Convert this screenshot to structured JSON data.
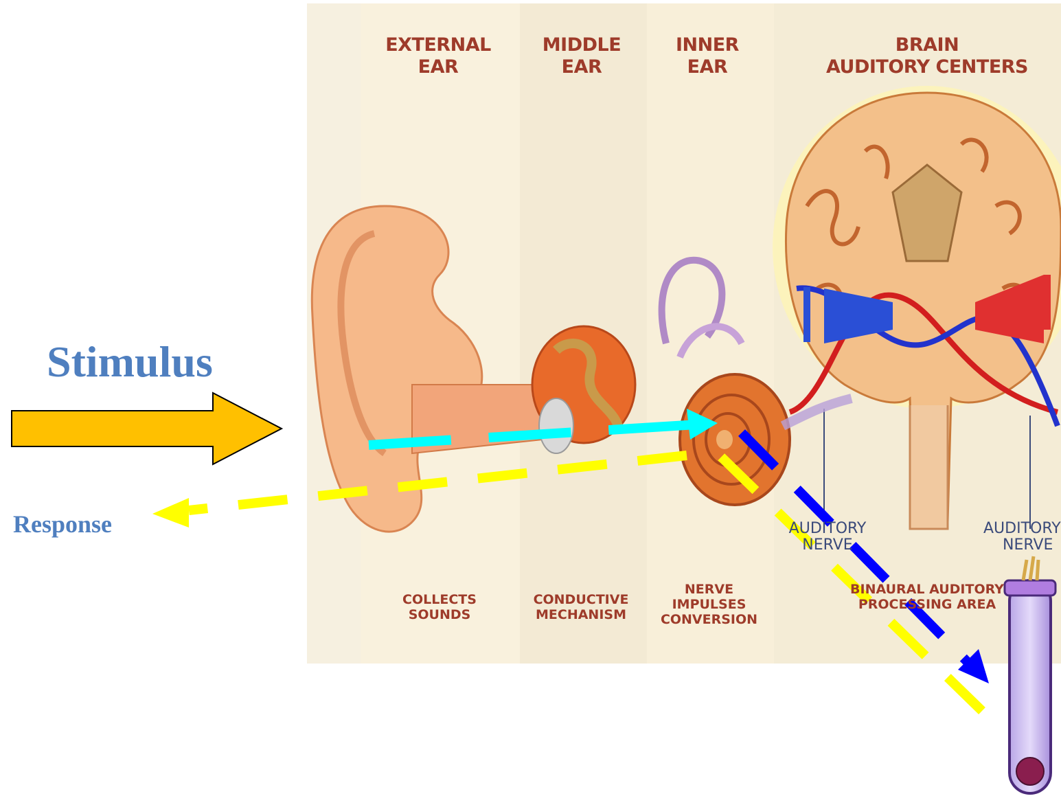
{
  "labels": {
    "stimulus": "Stimulus",
    "response": "Response"
  },
  "headers": {
    "external_1": "EXTERNAL",
    "external_2": "EAR",
    "middle_1": "MIDDLE",
    "middle_2": "EAR",
    "inner_1": "INNER",
    "inner_2": "EAR",
    "brain_1": "BRAIN",
    "brain_2": "AUDITORY CENTERS"
  },
  "footers": {
    "external_1": "COLLECTS",
    "external_2": "SOUNDS",
    "middle_1": "CONDUCTIVE",
    "middle_2": "MECHANISM",
    "inner_1": "NERVE",
    "inner_2": "IMPULSES",
    "inner_3": "CONVERSION",
    "brain_1": "BINAURAL AUDITORY",
    "brain_2": "PROCESSING AREA"
  },
  "nerves": {
    "left_1": "AUDITORY",
    "left_2": "NERVE",
    "right_1": "AUDITORY",
    "right_2": "NERVE"
  },
  "colors": {
    "stimulus_arrow": "#ffc000",
    "response_arrow": "#ffff00",
    "incoming_path": "#00ffff",
    "outgoing_path": "#0000ff",
    "label_text": "#4f7fbf",
    "panel_text": "#9e3b2a"
  }
}
